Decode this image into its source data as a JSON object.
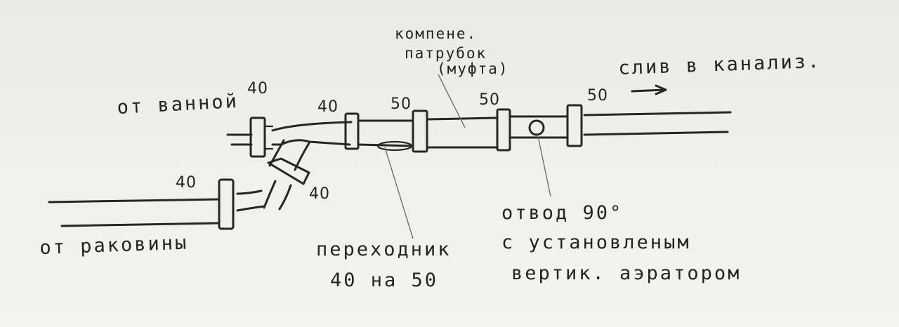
{
  "labels": {
    "from_bath": "от ванной",
    "from_sink": "от раковины",
    "drain": "слив в канализ.",
    "compensator_l1": "компене.",
    "compensator_l2": "патрубок",
    "compensator_l3": "(муфта)",
    "adapter_l1": "переходник",
    "adapter_l2": "40 на 50",
    "elbow_l1": "отвод 90°",
    "elbow_l2": "с установленым",
    "elbow_l3": "вертик. аэратором"
  },
  "diameters": {
    "bath_inlet": "40",
    "tee_run": "40",
    "tee_branch": "40",
    "sink_inlet": "40",
    "adapter_out": "50",
    "compensator": "50",
    "drain_out": "50"
  }
}
